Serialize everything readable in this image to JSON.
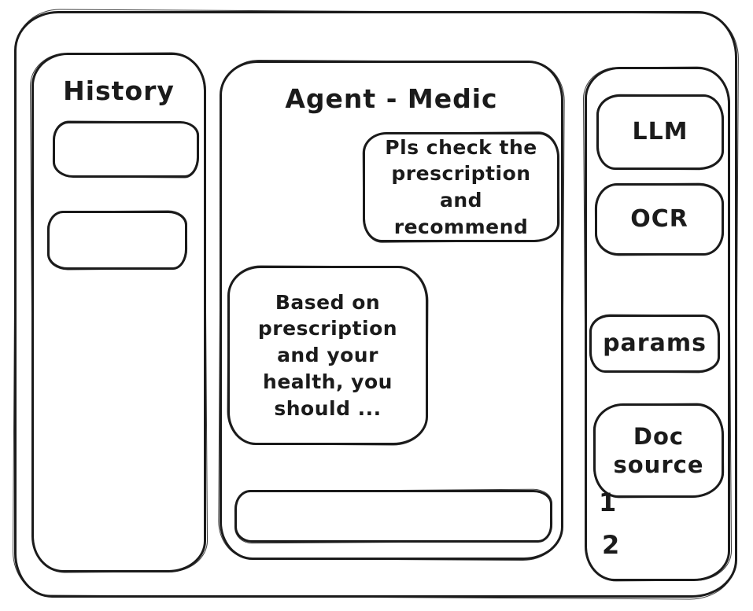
{
  "app": {
    "background": "#ffffff",
    "stroke_color": "#1b1b1b"
  },
  "history": {
    "title": "History",
    "items": [
      "",
      ""
    ]
  },
  "chat": {
    "title": "Agent - Medic",
    "messages": [
      {
        "role": "user",
        "text": "Pls check the prescription and recommend"
      },
      {
        "role": "agent",
        "text": "Based on prescription and your health, you should ..."
      }
    ],
    "input": {
      "value": ""
    }
  },
  "tools": {
    "llm_label": "LLM",
    "ocr_label": "OCR",
    "params_label": "params",
    "doc_source_label": "Doc source",
    "doc_items": [
      "1",
      "2"
    ]
  }
}
